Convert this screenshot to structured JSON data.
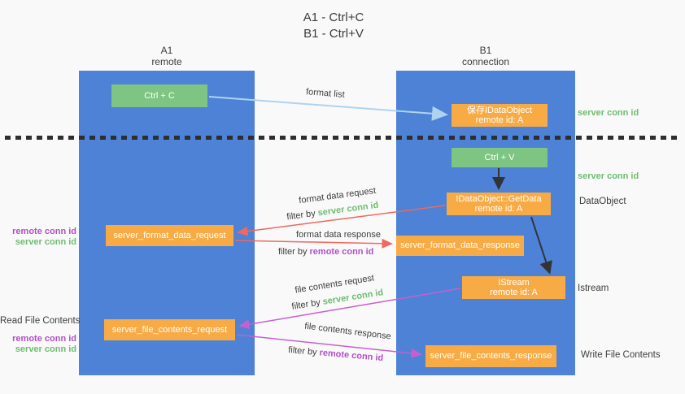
{
  "title": {
    "line1": "A1 - Ctrl+C",
    "line2": "B1 - Ctrl+V"
  },
  "lifelines": {
    "a1": {
      "name": "A1",
      "role": "remote"
    },
    "b1": {
      "name": "B1",
      "role": "connection"
    }
  },
  "nodes": {
    "ctrl_c": {
      "label": "Ctrl + C"
    },
    "save_idataobject": {
      "line1": "保存IDataObject",
      "line2": "remote id: A"
    },
    "ctrl_v": {
      "label": "Ctrl + V"
    },
    "getdata": {
      "line1": "IDataObject::GetData",
      "line2": "remote id: A"
    },
    "format_request": {
      "label": "server_format_data_request"
    },
    "format_response": {
      "label": "server_format_data_response"
    },
    "istream": {
      "line1": "IStream",
      "line2": "remote id: A"
    },
    "file_request": {
      "label": "server_file_contents_request"
    },
    "file_response": {
      "label": "server_file_contents_response"
    }
  },
  "flow_labels": {
    "format_list": "format list",
    "format_data_request": "format data request",
    "format_data_response": "format data response",
    "file_contents_request": "file contents request",
    "file_contents_response": "file contents response",
    "filter_by": "filter by ",
    "server_conn_id": "server conn id",
    "remote_conn_id": "remote conn id"
  },
  "side_labels": {
    "left_format": {
      "remote": "remote conn id",
      "server": "server conn id"
    },
    "read_file_contents": "Read File Contents",
    "left_file": {
      "remote": "remote conn id",
      "server": "server conn id"
    },
    "right_server_conn_top": "server conn id",
    "right_server_conn_mid": "server conn id",
    "dataobject": "DataObject",
    "istream": "Istream",
    "write_file_contents": "Write File Contents"
  },
  "colors": {
    "lifeline_blue": "#4d82d6",
    "node_green": "#7ec583",
    "node_orange": "#f8ab44",
    "arrow_lightblue": "#aed3f0",
    "arrow_red": "#f0685e",
    "arrow_magenta": "#c75fce",
    "arrow_black": "#333333",
    "text_green": "#6ebd70",
    "text_purple": "#b050c8",
    "text_dark": "#3d3d3d",
    "background": "#f9f9f9"
  }
}
